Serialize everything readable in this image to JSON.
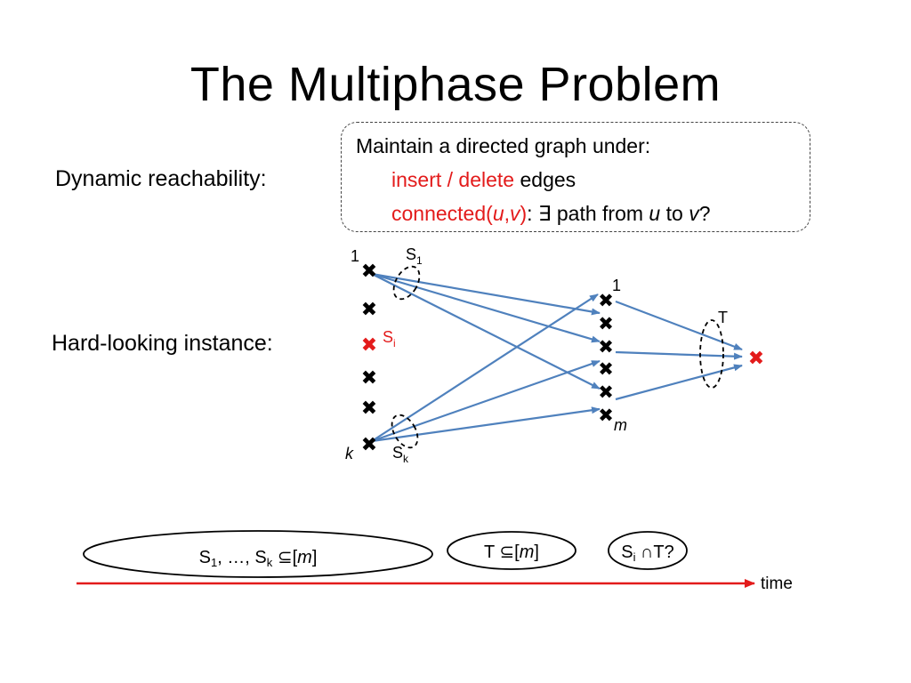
{
  "title": "The Multiphase Problem",
  "labels": {
    "dynamic": "Dynamic reachability:",
    "hard": "Hard-looking instance:"
  },
  "definition": {
    "line1": "Maintain a directed graph under:",
    "ops_red": "insert / delete",
    "ops_rest": " edges",
    "conn_prefix": "connected(",
    "conn_u": "u",
    "conn_comma": ",",
    "conn_v": "v",
    "conn_suffix": ")",
    "query_mid1": ": ∃ path from ",
    "query_u": "u",
    "query_mid2": " to ",
    "query_v": "v",
    "query_end": "?"
  },
  "diagram": {
    "left_top_label": "1",
    "left_bottom_label": "k",
    "s1_base": "S",
    "s1_sub": "1",
    "si_base": "S",
    "si_sub": "i",
    "sk_base": "S",
    "sk_sub": "k",
    "mid_top_label": "1",
    "mid_bottom_label": "m",
    "t_label": "T"
  },
  "timeline": {
    "phase1": {
      "s1": "S",
      "sub1": "1",
      "mid": ", …, S",
      "subk": "k",
      "rel": " ⊆[",
      "m": "m",
      "close": "]"
    },
    "phase2": {
      "t": "T ",
      "rel": "⊆[",
      "m": "m",
      "close": "]"
    },
    "phase3": {
      "s": "S",
      "sub": "i",
      "rest": " ∩T?"
    },
    "time_label": "time"
  },
  "colors": {
    "edge": "#4f81bd",
    "highlight": "#e31b1b",
    "node": "#000000",
    "timeline": "#e31b1b"
  }
}
